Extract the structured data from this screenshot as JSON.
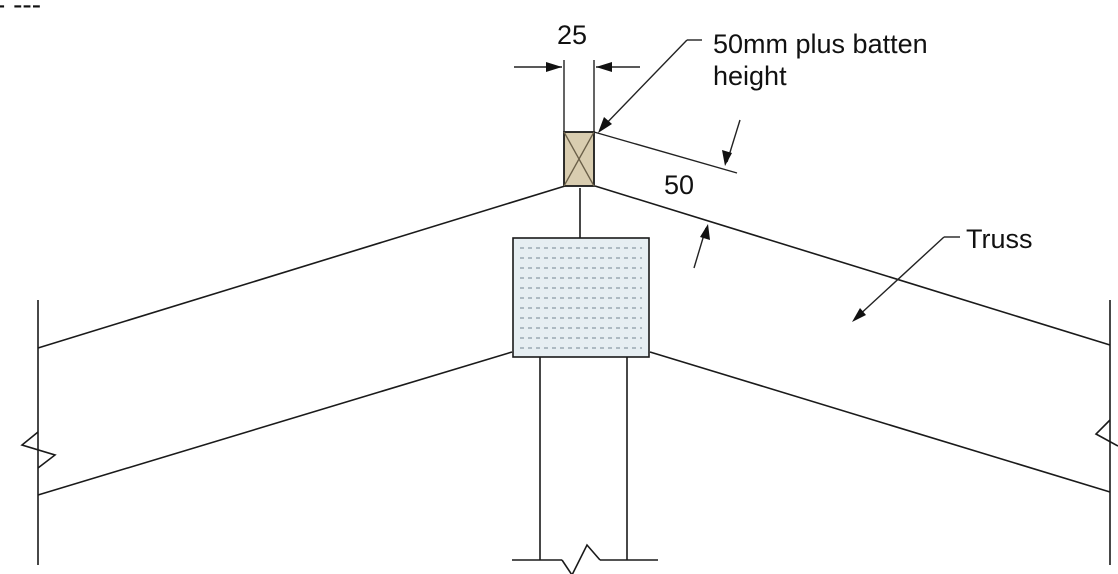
{
  "diagram": {
    "labels": {
      "top_left_fragment": "- ---",
      "dim_25": "25",
      "note_line1": "50mm plus batten",
      "note_line2": "height",
      "dim_50": "50",
      "truss": "Truss"
    },
    "colors": {
      "line": "#1a1a1a",
      "batten_fill": "#d9cdb0",
      "plate_fill": "#e6eef2",
      "plate_dash": "#9aa8b2"
    },
    "icons": [
      "cross-in-batten",
      "nail-plate",
      "break-symbol"
    ]
  }
}
